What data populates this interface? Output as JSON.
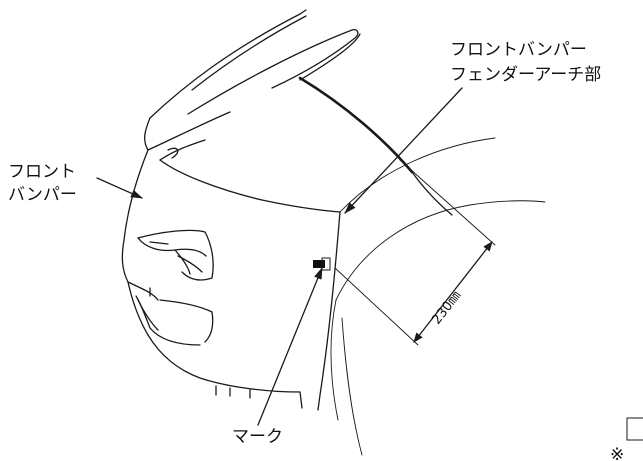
{
  "labels": {
    "front_bumper": [
      "フロント",
      "バンパー"
    ],
    "fender_arch": [
      "フロントバンパー",
      "フェンダーアーチ部"
    ],
    "mark": "マーク",
    "dimension": "230㎜",
    "partial_note": "※"
  },
  "colors": {
    "line": "#1a1a1a",
    "background": "#ffffff"
  }
}
